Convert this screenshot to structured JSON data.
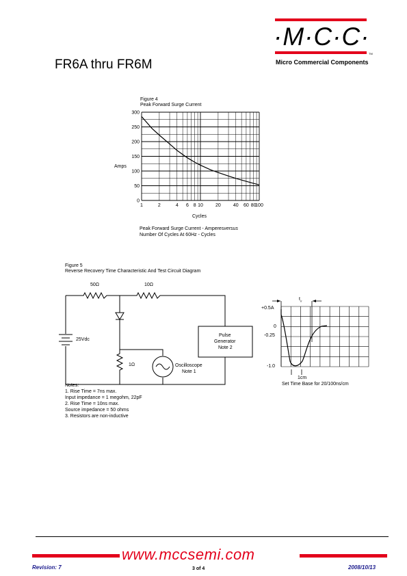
{
  "header": {
    "part_title": "FR6A thru FR6M",
    "logo_text": "·M·C·C·",
    "tm": "TM",
    "company": "Micro Commercial Components",
    "accent_color": "#e3001b"
  },
  "figure4": {
    "label": "Figure 4",
    "title": "Peak Forward Surge Current",
    "y_axis_label": "Amps",
    "x_axis_label": "Cycles",
    "caption_line1": "Peak Forward Surge Current - Amperes",
    "caption_versus": "versus",
    "caption_line2": "Number Of Cycles At 60Hz - Cycles"
  },
  "chart_data": {
    "type": "line",
    "x_scale": "log",
    "xlim": [
      1,
      100
    ],
    "ylim": [
      0,
      300
    ],
    "x_ticks": [
      "1",
      "2",
      "4",
      "6",
      "8",
      "10",
      "20",
      "40",
      "60",
      "80",
      "100"
    ],
    "y_ticks": [
      "300",
      "250",
      "200",
      "150",
      "100",
      "50",
      "0"
    ],
    "xlabel": "Cycles",
    "ylabel": "Amps",
    "grid": true,
    "series": [
      {
        "x": [
          1,
          1.5,
          2,
          3,
          4,
          6,
          8,
          10,
          15,
          20,
          30,
          40,
          60,
          80,
          100
        ],
        "y": [
          285,
          245,
          222,
          192,
          170,
          145,
          130,
          120,
          104,
          95,
          83,
          75,
          65,
          58,
          53
        ]
      }
    ]
  },
  "figure5": {
    "label": "Figure 5",
    "title": "Reverse Recovery Time Characteristic And Test Circuit Diagram",
    "r1_label": "50Ω",
    "r2_label": "10Ω",
    "battery_label": "25Vdc",
    "r3_label": "1Ω",
    "scope_line1": "Oscilloscope",
    "scope_line2": "Note 1",
    "gen_line1": "Pulse",
    "gen_line2": "Generator",
    "gen_line3": "Note 2"
  },
  "waveform": {
    "trr_label": "t",
    "trr_sub": "rr",
    "y_labels": [
      "+0.5A",
      "0",
      "-0.25",
      "-1.0"
    ],
    "scale_label": "1cm",
    "caption": "Set Time Base for 20/100ns/cm"
  },
  "notes": {
    "heading": "Notes:",
    "lines": [
      "1. Rise Time = 7ns max.",
      "Input impedance = 1 megohm, 22pF",
      "2. Rise Time = 10ns max.",
      "Source impedance = 50 ohms",
      "3. Resistors are non-inductive"
    ]
  },
  "footer": {
    "website": "www.mccsemi.com",
    "revision": "Revision: 7",
    "page": "3 of 4",
    "date": "2008/10/13"
  }
}
